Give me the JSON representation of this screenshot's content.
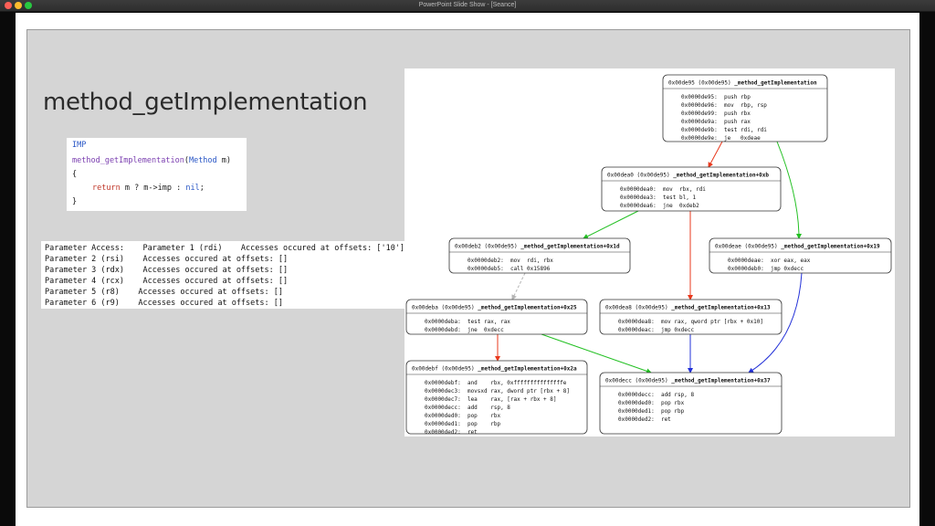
{
  "window": {
    "title": "PowerPoint Slide Show - [Seance]"
  },
  "slide": {
    "title": "method_getImplementation",
    "code": {
      "line1": "IMP",
      "line2_fn": "method_getImplementation",
      "line2_type": "Method",
      "line2_arg": "m",
      "line3": "{",
      "line4_kw": "return",
      "line4_expr": " m ? m->imp : ",
      "line4_nil": "nil",
      "line4_end": ";",
      "line5": "}"
    },
    "params": [
      "Parameter Access:    Parameter 1 (rdi)    Accesses occured at offsets: ['10']",
      "Parameter 2 (rsi)    Accesses occured at offsets: []",
      "Parameter 3 (rdx)    Accesses occured at offsets: []",
      "Parameter 4 (rcx)    Accesses occured at offsets: []",
      "Parameter 5 (r8)    Accesses occured at offsets: []",
      "Parameter 6 (r9)    Accesses occured at offsets: []"
    ]
  },
  "graph": {
    "colors": {
      "true_edge": "#22c022",
      "false_edge": "#e8381c",
      "uncond_edge": "#2230d8",
      "dashed_edge": "#b5b5b5"
    },
    "nodes": [
      {
        "id": "n1",
        "header_addr": "0x00de95 (0x00de95)",
        "header_name": "_method_getImplementation",
        "lines": [
          "0x0000de95:  push rbp",
          "0x0000de96:  mov  rbp, rsp",
          "0x0000de99:  push rbx",
          "0x0000de9a:  push rax",
          "0x0000de9b:  test rdi, rdi",
          "0x0000de9e:  je   0xdeae"
        ]
      },
      {
        "id": "n2",
        "header_addr": "0x00dea0 (0x00de95)",
        "header_name": "_method_getImplementation+0xb",
        "lines": [
          "0x0000dea0:  mov  rbx, rdi",
          "0x0000dea3:  test bl, 1",
          "0x0000dea6:  jne  0xdeb2"
        ]
      },
      {
        "id": "n3",
        "header_addr": "0x00deb2 (0x00de95)",
        "header_name": "_method_getImplementation+0x1d",
        "lines": [
          "0x0000deb2:  mov  rdi, rbx",
          "0x0000deb5:  call 0x15896"
        ]
      },
      {
        "id": "n4",
        "header_addr": "0x00deae (0x00de95)",
        "header_name": "_method_getImplementation+0x19",
        "lines": [
          "0x0000deae:  xor eax, eax",
          "0x0000deb0:  jmp 0xdecc"
        ]
      },
      {
        "id": "n5",
        "header_addr": "0x00deba (0x00de95)",
        "header_name": "_method_getImplementation+0x25",
        "lines": [
          "0x0000deba:  test rax, rax",
          "0x0000debd:  jne  0xdecc"
        ]
      },
      {
        "id": "n6",
        "header_addr": "0x00dea8 (0x00de95)",
        "header_name": "_method_getImplementation+0x13",
        "lines": [
          "0x0000dea8:  mov rax, qword ptr [rbx + 0x10]",
          "0x0000deac:  jmp 0xdecc"
        ]
      },
      {
        "id": "n7",
        "header_addr": "0x00debf (0x00de95)",
        "header_name": "_method_getImplementation+0x2a",
        "lines": [
          "0x0000debf:  and    rbx, 0xfffffffffffffffe",
          "0x0000dec3:  movsxd rax, dword ptr [rbx + 8]",
          "0x0000dec7:  lea    rax, [rax + rbx + 8]",
          "0x0000decc:  add    rsp, 8",
          "0x0000ded0:  pop    rbx",
          "0x0000ded1:  pop    rbp",
          "0x0000ded2:  ret"
        ]
      },
      {
        "id": "n8",
        "header_addr": "0x00decc (0x00de95)",
        "header_name": "_method_getImplementation+0x37",
        "lines": [
          "0x0000decc:  add rsp, 8",
          "0x0000ded0:  pop rbx",
          "0x0000ded1:  pop rbp",
          "0x0000ded2:  ret"
        ]
      }
    ]
  }
}
